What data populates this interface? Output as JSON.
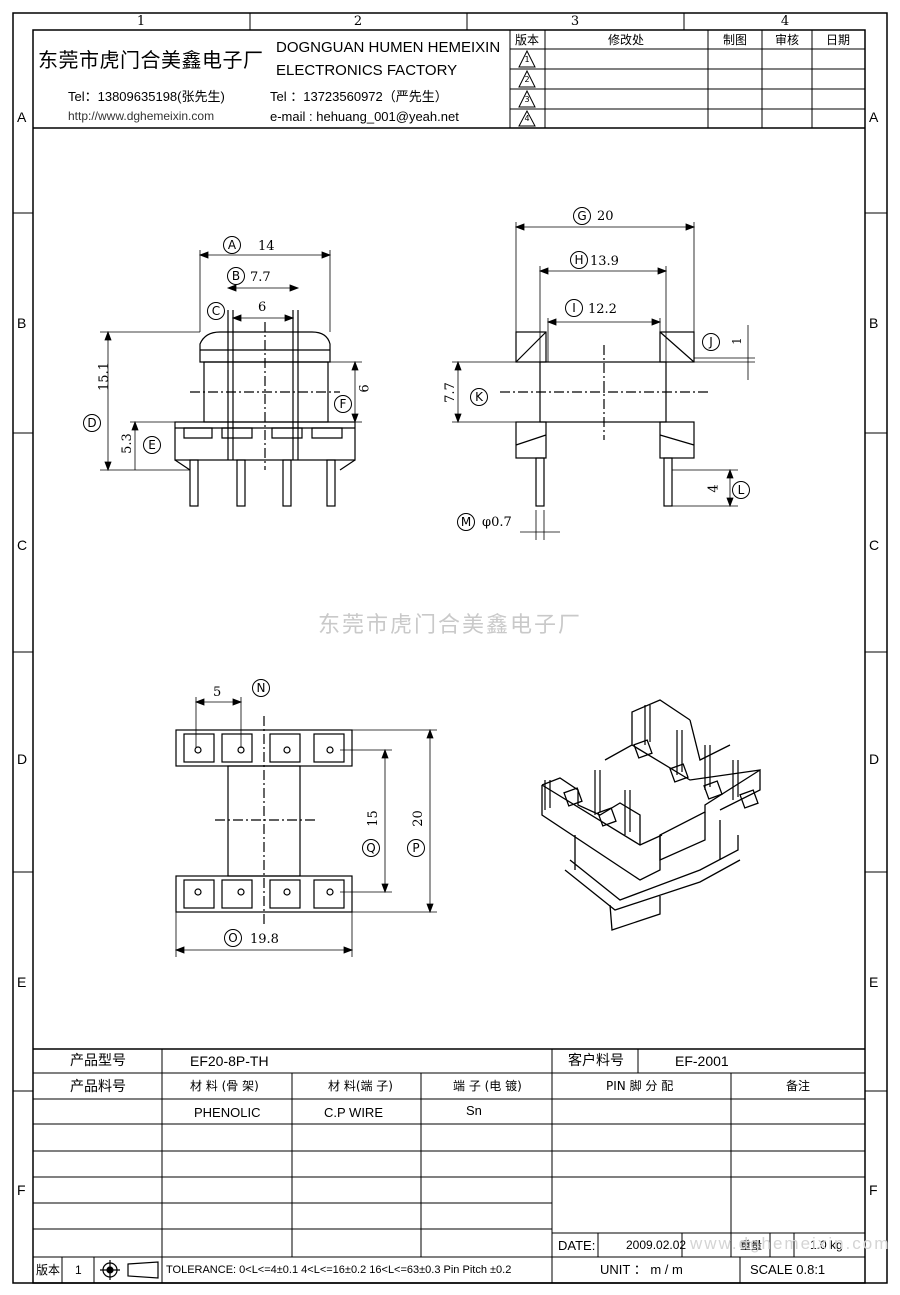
{
  "border": {
    "columns": [
      "1",
      "2",
      "3",
      "4"
    ],
    "rows": [
      "A",
      "B",
      "C",
      "D",
      "E",
      "F"
    ]
  },
  "header": {
    "company_cn": "东莞市虎门合美鑫电子厂",
    "company_en_1": "DOGNGUAN HUMEN HEMEIXIN",
    "company_en_2": "ELECTRONICS FACTORY",
    "tel1": "Tel：13809635198(张先生)",
    "web": "http://www.dghemeixin.com",
    "tel2": "Tel ：13723560972（严先生）",
    "email": "e-mail : hehuang_001@yeah.net"
  },
  "revision_table": {
    "headers": [
      "版本",
      "修改处",
      "制图",
      "审核",
      "日期"
    ],
    "marks": [
      "1",
      "2",
      "3",
      "4"
    ]
  },
  "dimensions": {
    "A": "14",
    "B": "7.7",
    "C_inner": "6",
    "D": "15.1",
    "E": "5.3",
    "F": "6",
    "G": "20",
    "H": "13.9",
    "I": "12.2",
    "J": "1",
    "K": "7.7",
    "L": "4",
    "M": "φ0.7",
    "N": "5",
    "Q": "15",
    "P": "20",
    "O": "19.8"
  },
  "dim_letters": [
    "A",
    "B",
    "C",
    "D",
    "E",
    "F",
    "G",
    "H",
    "I",
    "J",
    "K",
    "L",
    "M",
    "N",
    "O",
    "P",
    "Q"
  ],
  "watermark": "东莞市虎门合美鑫电子厂",
  "spec_table": {
    "product_model_label": "产品型号",
    "product_model_value": "EF20-8P-TH",
    "customer_part_label": "客户料号",
    "customer_part_value": "EF-2001",
    "product_part_label": "产品料号",
    "material_frame_label": "材 料 (骨 架)",
    "material_pin_label": "材 料(端 子)",
    "plating_label": "端 子 (电 镀)",
    "pin_assign_label": "PIN 脚 分 配",
    "remarks_label": "备注",
    "material_frame_value": "PHENOLIC",
    "material_pin_value": "C.P WIRE",
    "plating_value": "Sn",
    "date_label": "DATE:",
    "date_value": "2009.02.02",
    "weight_label": "重量",
    "weight_value": "1.0 kg",
    "version_label": "版本",
    "version_value": "1",
    "tolerance": "TOLERANCE:  0<L<=4±0.1  4<L<=16±0.2  16<L<=63±0.3  Pin Pitch  ±0.2",
    "unit": "UNIT ： m / m",
    "scale": "SCALE  0.8:1"
  },
  "bottom_watermark": "www.dghemeixin.com"
}
